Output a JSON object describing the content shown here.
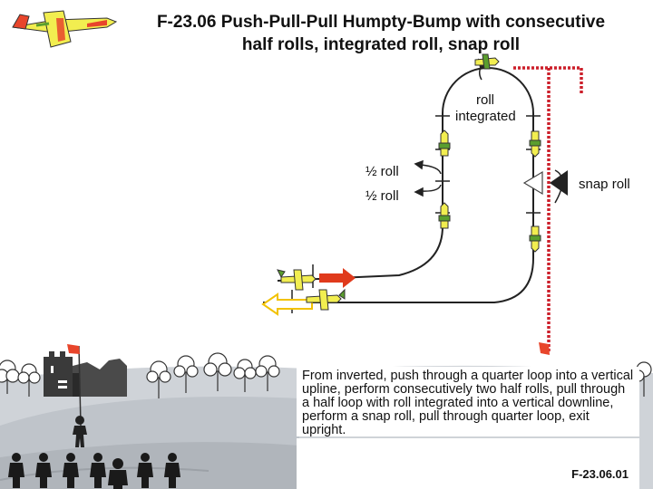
{
  "title": {
    "line1": "F-23.06 Push-Pull-Pull Humpty-Bump with consecutive",
    "line2": "half rolls, integrated roll, snap roll"
  },
  "labels": {
    "roll": "roll",
    "integrated": "integrated",
    "half_roll_1": "½  roll",
    "half_roll_2": "½  roll",
    "snap_roll": "snap roll"
  },
  "description": "From inverted, push through a quarter loop into a vertical upline, perform consecutively two half rolls, pull through a half loop with roll integrated into a vertical downline, perform a snap roll, pull through quarter loop, exit upright.",
  "figure_code": "F-23.06.01",
  "colors": {
    "sky": "#ffffff",
    "ground_light": "#cfd3d8",
    "ground_mid": "#b4b9bf",
    "path_line": "#222222",
    "arrow_red": "#e03a1c",
    "aircraft_yellow": "#f2ee50",
    "aircraft_green": "#5a9e2e",
    "center_line_red": "#cc1f2a",
    "flag_red": "#e8452b"
  },
  "icons": [
    "aircraft-logo-icon",
    "exit-arrow-icon",
    "entry-arrow-icon",
    "snap-roll-triangle-icon",
    "castle-icon",
    "pilot-icon",
    "judge-icon",
    "flag-icon",
    "tree-icon"
  ]
}
